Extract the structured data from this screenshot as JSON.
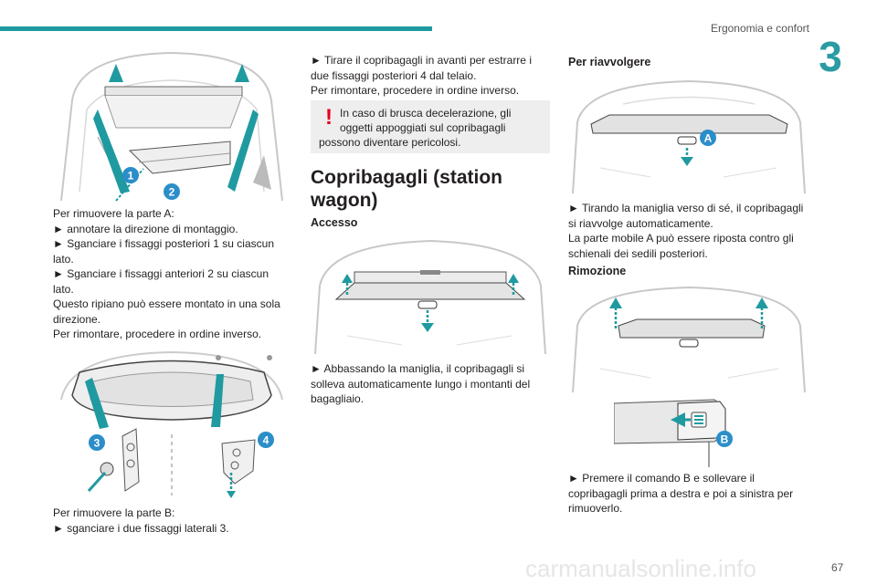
{
  "header": {
    "section": "Ergonomia e confort",
    "chapter": "3"
  },
  "footer": {
    "page": "67",
    "watermark": "carmanualsonline.info"
  },
  "col1": {
    "fig1": {
      "callouts": [
        "1",
        "2"
      ]
    },
    "text1": [
      "Per rimuovere la parte A:",
      "► annotare la direzione di montaggio.",
      "► Sganciare i fissaggi posteriori 1 su ciascun",
      "lato.",
      "► Sganciare i fissaggi anteriori 2 su ciascun",
      "lato.",
      "Questo ripiano può essere montato in una sola",
      "direzione.",
      "Per rimontare, procedere in ordine inverso."
    ],
    "fig2": {
      "callouts": [
        "3",
        "4"
      ]
    },
    "text2": [
      "Per rimuovere la parte B:",
      "► sganciare i due fissaggi laterali 3."
    ]
  },
  "col2": {
    "text1": [
      "► Tirare il copribagagli in avanti per estrarre i",
      "due fissaggi posteriori 4 dal telaio.",
      "Per rimontare, procedere in ordine inverso."
    ],
    "warning": {
      "symbol": "!",
      "lines": [
        "In caso di brusca decelerazione, gli",
        "oggetti appoggiati sul copribagagli"
      ],
      "last": "possono diventare pericolosi."
    },
    "heading": "Copribagagli (station wagon)",
    "subheading": "Accesso",
    "text2": [
      "► Abbassando la maniglia, il copribagagli si",
      "solleva automaticamente lungo i montanti del",
      "bagagliaio."
    ]
  },
  "col3": {
    "heading1": "Per riavvolgere",
    "fig1": {
      "callout": "A"
    },
    "text1": [
      "► Tirando la maniglia verso di sé, il copribagagli",
      "si riavvolge automaticamente.",
      "La parte mobile A può essere riposta contro gli",
      "schienali dei sedili posteriori."
    ],
    "heading2": "Rimozione",
    "fig3": {
      "callout": "B"
    },
    "text2": [
      "► Premere il comando B e sollevare il",
      "copribagagli prima a destra e poi a sinistra per",
      "rimuoverlo."
    ]
  },
  "colors": {
    "accent": "#1f9aa0",
    "warning": "#e2001a",
    "callout": "#2b8ec9"
  }
}
